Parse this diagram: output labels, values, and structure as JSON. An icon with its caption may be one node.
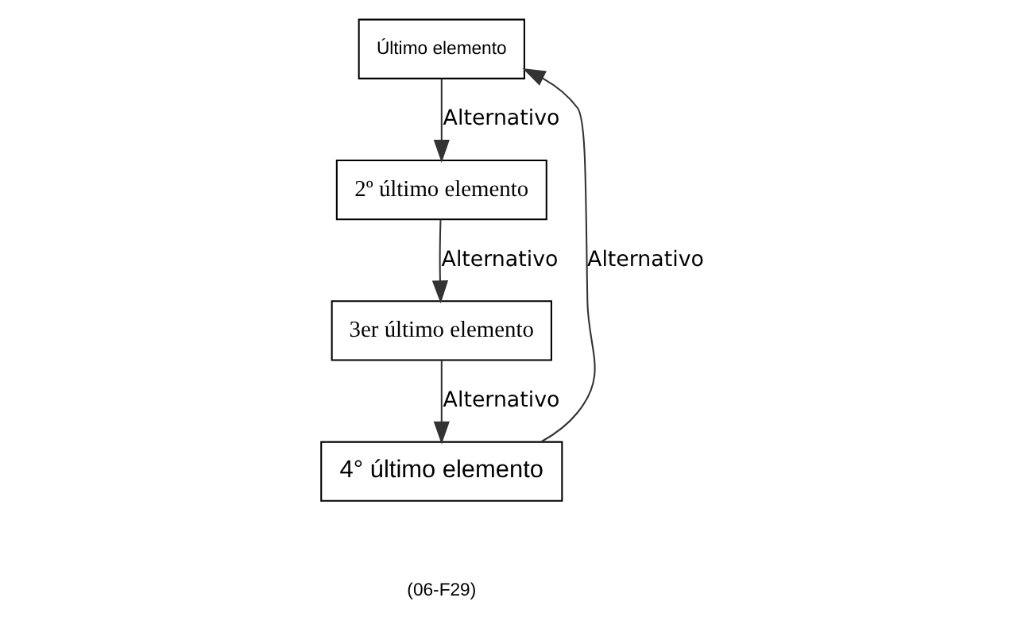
{
  "diagram": {
    "nodes": [
      {
        "text": [
          "Último elemento"
        ]
      },
      {
        "text": [
          "2º último elemento"
        ]
      },
      {
        "text": [
          "3er último elemento"
        ]
      },
      {
        "text": [
          "4° último elemento"
        ]
      }
    ],
    "edges": [
      {
        "from": 0,
        "to": 1,
        "arrow": "to",
        "label": "Alternativo"
      },
      {
        "from": 1,
        "to": 2,
        "arrow": "to",
        "label": "Alternativo"
      },
      {
        "from": 2,
        "to": 3,
        "arrow": "to",
        "label": "Alternativo"
      },
      {
        "from": 3,
        "to": 0,
        "arrow": "to",
        "label": "Alternativo"
      }
    ],
    "labels": [
      "(06-F29)"
    ]
  }
}
